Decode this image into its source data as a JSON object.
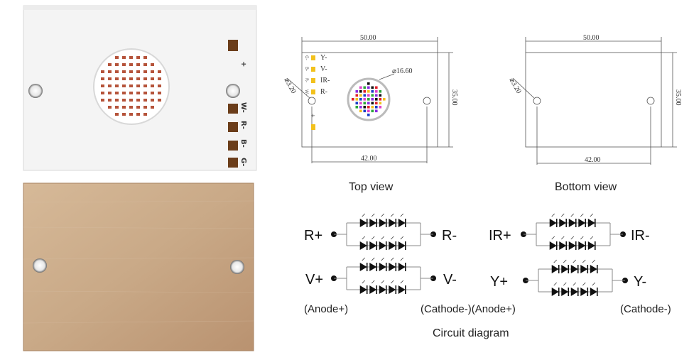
{
  "photos": {
    "top_pad_labels": [
      "+",
      "W-",
      "R-",
      "B-",
      "G-"
    ]
  },
  "top_view": {
    "caption": "Top view",
    "dim_width": "50.00",
    "dim_height": "35.00",
    "dim_holes": "42.00",
    "dim_hole_dia": "⌀3.20",
    "dim_circle_dia": "⌀16.60",
    "pad_labels": [
      "Y-",
      "V-",
      "IR-",
      "R-",
      "+"
    ],
    "small_labels": [
      "G-",
      "B-",
      "R-",
      "W-"
    ]
  },
  "bottom_view": {
    "caption": "Bottom view",
    "dim_width": "50.00",
    "dim_height": "35.00",
    "dim_holes": "42.00",
    "dim_hole_dia": "⌀3.20"
  },
  "circuit": {
    "caption": "Circuit diagram",
    "blocks": [
      {
        "left": "R+",
        "right": "R-"
      },
      {
        "left": "V+",
        "right": "V-"
      },
      {
        "left": "IR+",
        "right": "IR-"
      },
      {
        "left": "Y+",
        "right": "Y-"
      }
    ],
    "anode_label": "(Anode+)",
    "cathode_label": "(Cathode-)",
    "cathode_anode_label": "(Cathode-)(Anode+)",
    "anode_left_label": "(Anode+)"
  },
  "colors": {
    "pcb_white": "#f4f4f4",
    "copper": "#c9a987",
    "pad_orange": "#f2c11c",
    "pad_brown": "#6b3d1a"
  }
}
